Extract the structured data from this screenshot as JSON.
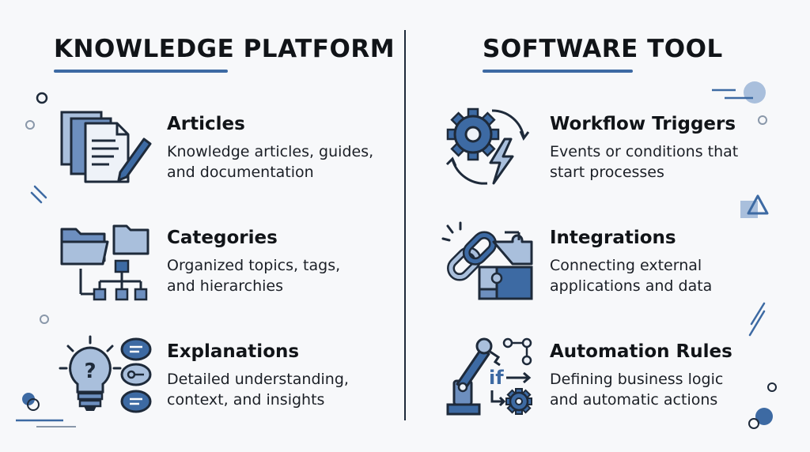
{
  "left": {
    "title": "KNOWLEDGE PLATFORM",
    "items": [
      {
        "heading": "Articles",
        "line1": "Knowledge articles, guides,",
        "line2": "and documentation",
        "icon": "document-pen-icon"
      },
      {
        "heading": "Categories",
        "line1": "Organized topics, tags,",
        "line2": "and hierarchies",
        "icon": "folder-hierarchy-icon"
      },
      {
        "heading": "Explanations",
        "line1": "Detailed understanding,",
        "line2": "context, and insights",
        "icon": "lightbulb-question-icon"
      }
    ]
  },
  "right": {
    "title": "SOFTWARE TOOL",
    "items": [
      {
        "heading": "Workflow Triggers",
        "line1": "Events or conditions that",
        "line2": "start processes",
        "icon": "gear-lightning-icon"
      },
      {
        "heading": "Integrations",
        "line1": "Connecting external",
        "line2": "applications and data",
        "icon": "chain-puzzle-icon"
      },
      {
        "heading": "Automation Rules",
        "line1": "Defining business logic",
        "line2": "and automatic actions",
        "icon": "robot-arm-if-icon",
        "icon_text": "if"
      }
    ]
  },
  "colors": {
    "accent": "#3d6aa3",
    "light_accent": "#a9bfdc",
    "ink": "#111418",
    "background": "#f7f8fa"
  }
}
